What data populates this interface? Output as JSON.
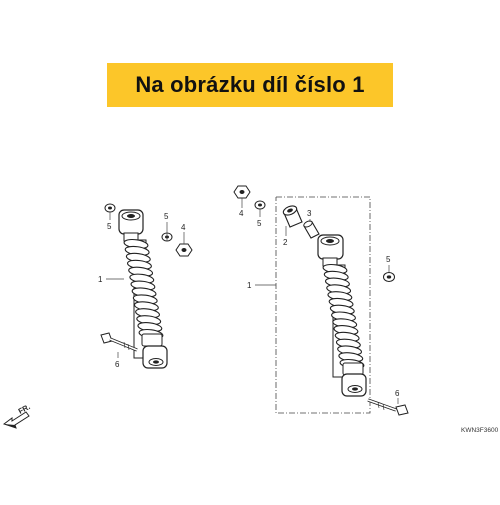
{
  "banner": {
    "text": "Na obrázku díl číslo 1",
    "background": "#fcc629",
    "color": "#111111"
  },
  "diagram": {
    "code": "KWN3F3600",
    "direction_label": "FR.",
    "line_color": "#333333",
    "labels": {
      "left_1": "1",
      "left_4": "4",
      "left_5a": "5",
      "left_5b": "5",
      "left_6": "6",
      "right_1": "1",
      "right_2": "2",
      "right_3": "3",
      "right_4": "4",
      "right_5a": "5",
      "right_5b": "5",
      "right_6": "6"
    }
  }
}
